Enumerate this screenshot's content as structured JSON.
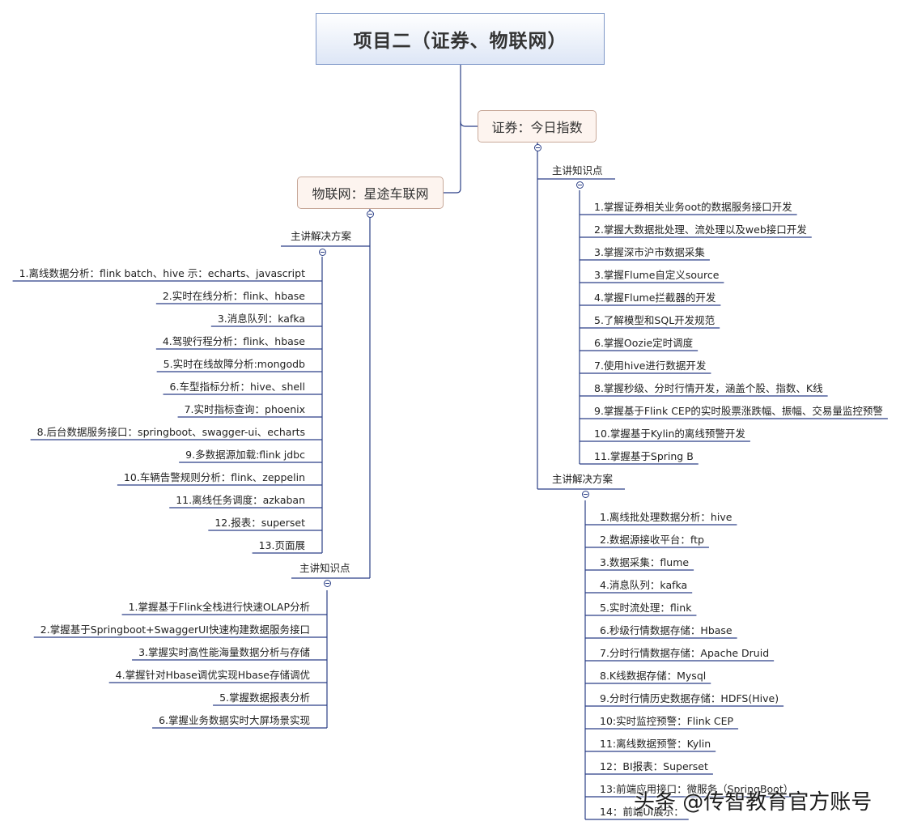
{
  "root": {
    "title": "项目二（证券、物联网）"
  },
  "securities": {
    "title": "证券：今日指数",
    "knowledge": {
      "title": "主讲知识点",
      "items": [
        "1.掌握证券相关业务oot的数据服务接口开发",
        "2.掌握大数据批处理、流处理以及web接口开发",
        "3.掌握深市沪市数据采集",
        "3.掌握Flume自定义source",
        "4.掌握Flume拦截器的开发",
        "5.了解模型和SQL开发规范",
        "6.掌握Oozie定时调度",
        "7.使用hive进行数据开发",
        "8.掌握秒级、分时行情开发，涵盖个股、指数、K线",
        "9.掌握基于Flink CEP的实时股票涨跌幅、振幅、交易量监控预警",
        "10.掌握基于Kylin的离线预警开发",
        "11.掌握基于Spring B"
      ]
    },
    "solutions": {
      "title": "主讲解决方案",
      "items": [
        "1.离线批处理数据分析：hive",
        "2.数据源接收平台：ftp",
        "3.数据采集：flume",
        "4.消息队列：kafka",
        "5.实时流处理：flink",
        "6.秒级行情数据存储：Hbase",
        "7.分时行情数据存储：Apache Druid",
        "8.K线数据存储：Mysql",
        "9.分时行情历史数据存储：HDFS(Hive)",
        "10:实时监控预警：Flink CEP",
        "11:离线数据预警：Kylin",
        "12：BI报表：Superset",
        "13:前端应用接口：微服务（SpringBoot）",
        "14：前端UI展示："
      ]
    }
  },
  "iot": {
    "title": "物联网：星途车联网",
    "solutions": {
      "title": "主讲解决方案",
      "items": [
        "1.离线数据分析：flink batch、hive 示：echarts、javascript",
        "2.实时在线分析：flink、hbase",
        "3.消息队列：kafka",
        "4.驾驶行程分析：flink、hbase",
        "5.实时在线故障分析:mongodb",
        "6.车型指标分析：hive、shell",
        "7.实时指标查询：phoenix",
        "8.后台数据服务接口：springboot、swagger-ui、echarts",
        "9.多数据源加载:flink jdbc",
        "10.车辆告警规则分析：flink、zeppelin",
        "11.离线任务调度：azkaban",
        "12.报表：superset",
        "13.页面展"
      ]
    },
    "knowledge": {
      "title": "主讲知识点",
      "items": [
        "1.掌握基于Flink全栈进行快速OLAP分析",
        "2.掌握基于Springboot+SwaggerUI快速构建数据服务接口",
        "3.掌握实时高性能海量数据分析与存储",
        "4.掌握针对Hbase调优实现Hbase存储调优",
        "5.掌握数据报表分析",
        "6.掌握业务数据实时大屏场景实现"
      ]
    }
  },
  "watermark": "头条 @传智教育官方账号"
}
